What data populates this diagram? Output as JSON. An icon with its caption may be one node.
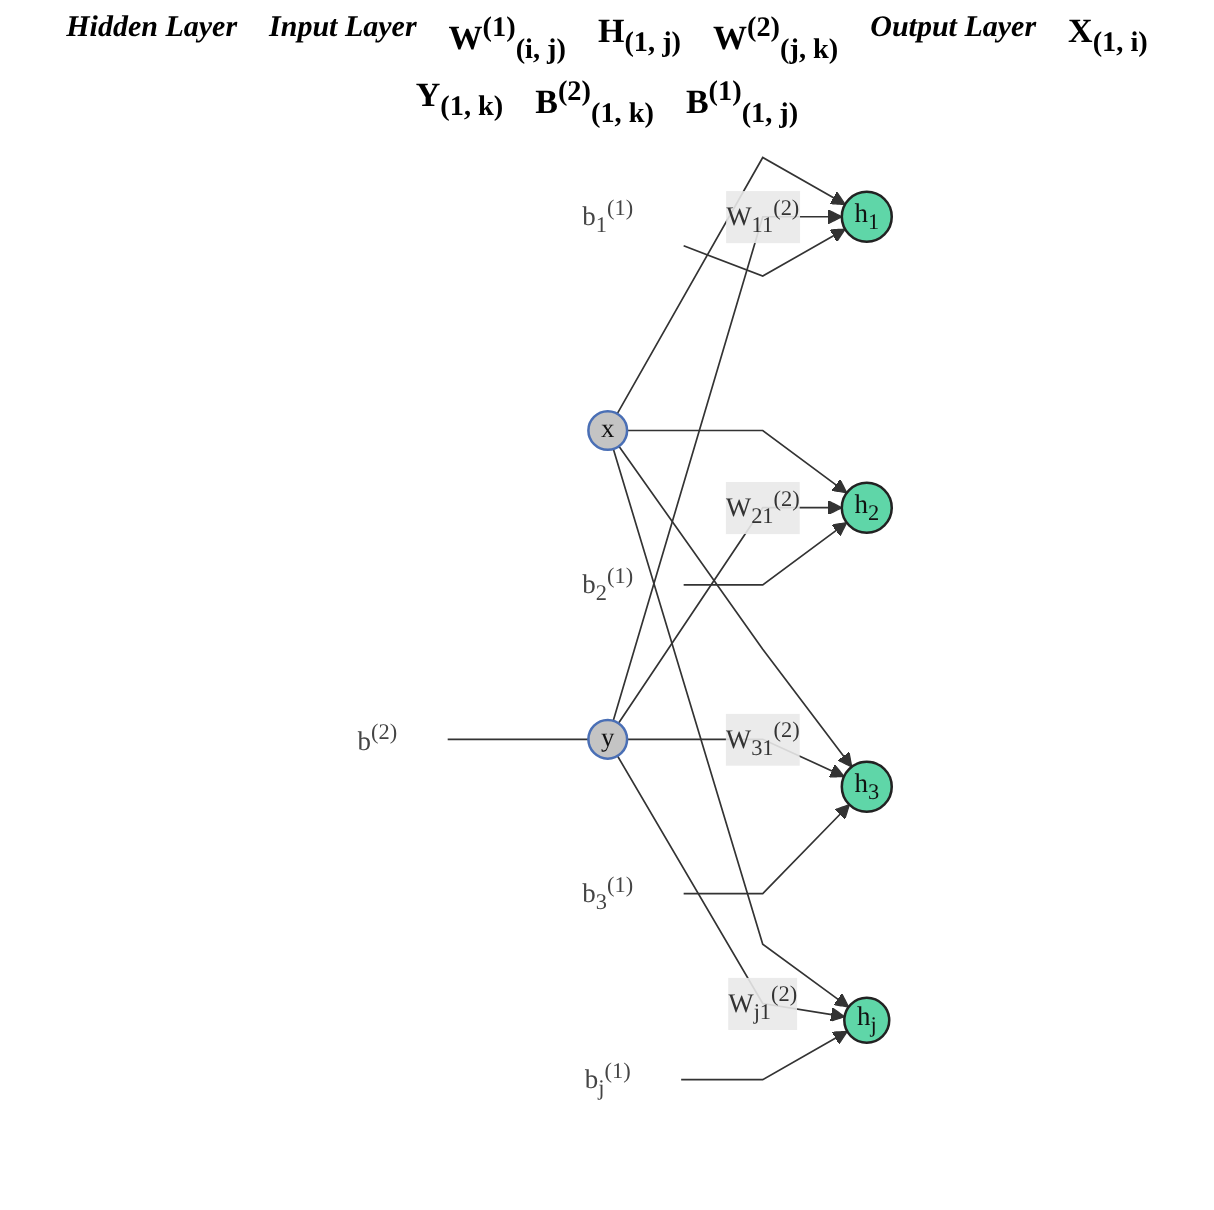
{
  "diagram": {
    "nodes": [
      {
        "text": [
          "x"
        ]
      },
      {
        "text": [
          "h$_{1}$"
        ]
      },
      {
        "text": [
          "h$_{2}$"
        ]
      },
      {
        "text": [
          "h$_{3}$"
        ]
      },
      {
        "text": [
          "h$_{j}$"
        ]
      },
      {
        "text": [
          "y"
        ]
      },
      {
        "text": [
          "b$_{1}$$^{(1)}$"
        ]
      },
      {
        "text": [
          "b$_{2}$$^{(1)}$"
        ]
      },
      {
        "text": [
          "b$_{3}$$^{(1)}$"
        ]
      },
      {
        "text": [
          "b$_{j}$$^{(1)}$"
        ]
      },
      {
        "text": [
          "b$^{(2)}$"
        ]
      }
    ],
    "edges": [
      {
        "from": 0,
        "to": 1,
        "arrow": "to"
      },
      {
        "from": 0,
        "to": 2,
        "arrow": "to"
      },
      {
        "from": 0,
        "to": 3,
        "arrow": "to"
      },
      {
        "from": 0,
        "to": 4,
        "arrow": "to"
      },
      {
        "from": 5,
        "to": 1,
        "arrow": "to",
        "label": "W$_{11}$$^{(2)}$"
      },
      {
        "from": 5,
        "to": 2,
        "arrow": "to",
        "label": "W$_{21}$$^{(2)}$"
      },
      {
        "from": 5,
        "to": 3,
        "arrow": "to",
        "label": "W$_{31}$$^{(2)}$"
      },
      {
        "from": 5,
        "to": 4,
        "arrow": "to",
        "label": "W$_{j1}$$^{(2)}$"
      },
      {
        "from": 6,
        "to": 1,
        "arrow": "to"
      },
      {
        "from": 7,
        "to": 2,
        "arrow": "to"
      },
      {
        "from": 8,
        "to": 3,
        "arrow": "to"
      },
      {
        "from": 9,
        "to": 4,
        "arrow": "to"
      },
      {
        "from": 10,
        "to": 5,
        "arrow": "none"
      }
    ],
    "labels": [
      "Hidden Layer",
      "Input Layer",
      "W$^{(1)}$$_{(i, j)}$",
      "H$_{(1, j)}$",
      "W$^{(2)}$$_{(j, k)}$",
      "Output Layer",
      "X$_{(1, i)}$",
      "Y$_{(1, k)}$",
      "B$^{(2)}$$_{(1, k)}$",
      "B$^{(1)}$$_{(1, j)}$"
    ]
  }
}
